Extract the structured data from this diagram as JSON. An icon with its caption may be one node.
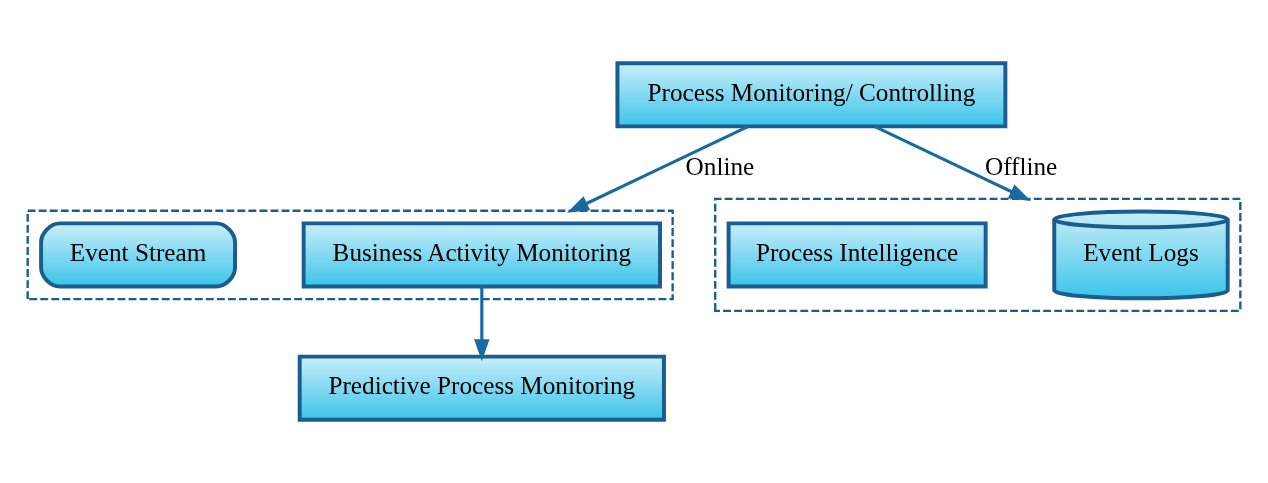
{
  "diagram": {
    "nodes": [
      {
        "text": [
          "Process Monitoring/ Controlling"
        ]
      },
      {
        "text": [],
        "shape": "box"
      },
      {
        "text": [
          "Business Activity Monitoring"
        ],
        "in": 1
      },
      {
        "text": [
          "Event Stream"
        ],
        "in": 1
      },
      {
        "text": [],
        "shape": "box"
      },
      {
        "text": [
          "Event Logs"
        ],
        "in": 4
      },
      {
        "text": [
          "Process Intelligence"
        ],
        "in": 4
      },
      {
        "text": [
          "Predictive Process Monitoring"
        ]
      }
    ],
    "edges": [
      {
        "from": 0,
        "to": 1,
        "arrow": "to",
        "label": "Online"
      },
      {
        "from": 0,
        "to": 4,
        "arrow": "to",
        "label": "Offline"
      },
      {
        "from": 2,
        "to": 7,
        "arrow": "to"
      }
    ]
  }
}
